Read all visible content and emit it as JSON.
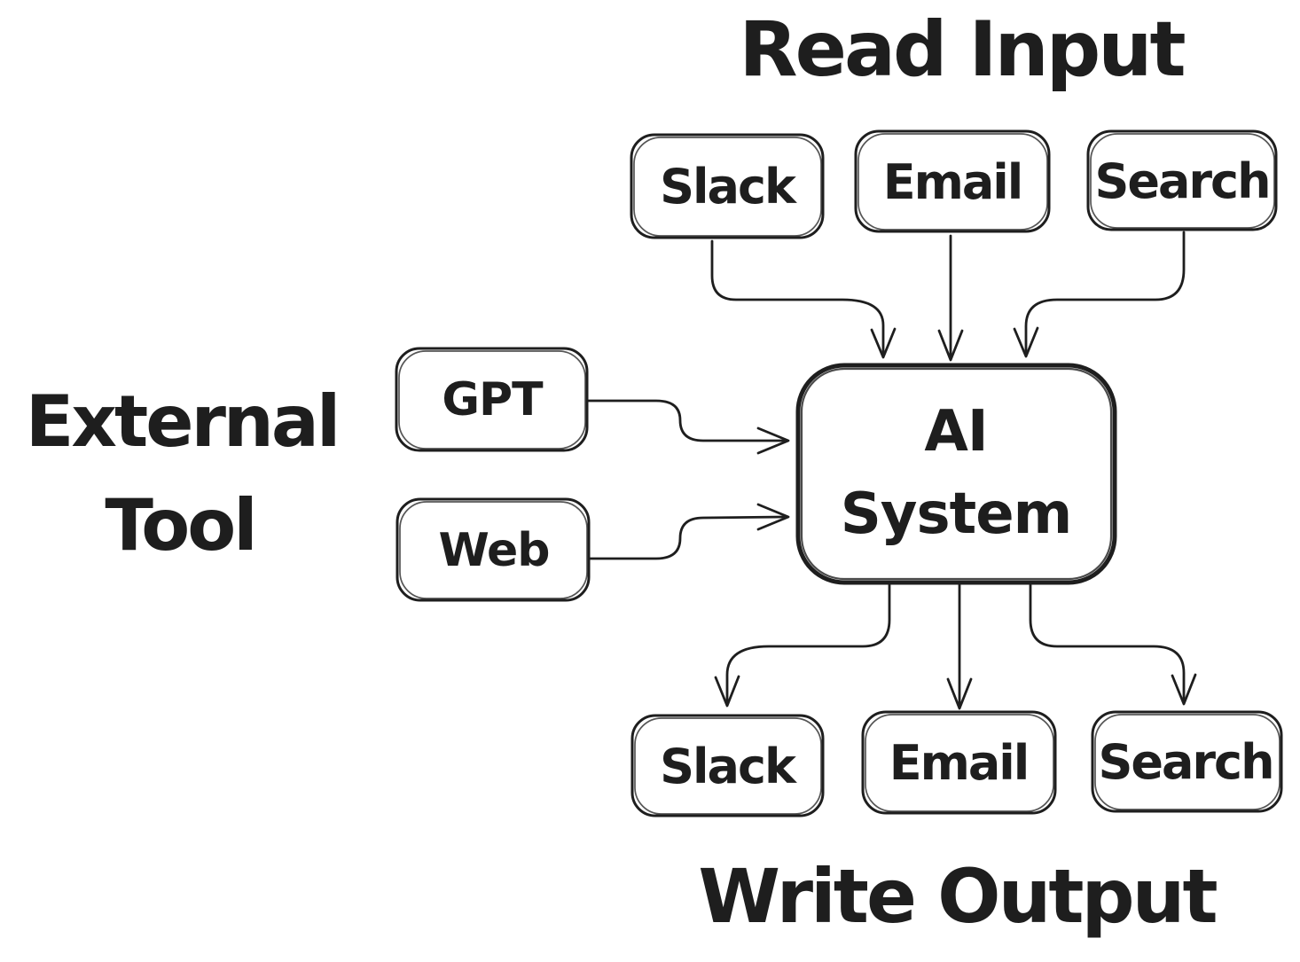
{
  "diagram": {
    "background": "#ffffff",
    "ink_color": "#1e1e1e",
    "titles": {
      "read_input": "Read Input",
      "write_output": "Write Output",
      "external_tool": {
        "line1": "External",
        "line2": "Tool"
      }
    },
    "nodes": {
      "inputs": [
        {
          "label": "Slack"
        },
        {
          "label": "Email"
        },
        {
          "label": "Search"
        }
      ],
      "externals": [
        {
          "label": "GPT"
        },
        {
          "label": "Web"
        }
      ],
      "center": {
        "line1": "AI",
        "line2": "System"
      },
      "outputs": [
        {
          "label": "Slack"
        },
        {
          "label": "Email"
        },
        {
          "label": "Search"
        }
      ]
    },
    "edges": [
      {
        "from": "Slack (input)",
        "to": "AI System"
      },
      {
        "from": "Email (input)",
        "to": "AI System"
      },
      {
        "from": "Search (input)",
        "to": "AI System"
      },
      {
        "from": "GPT",
        "to": "AI System"
      },
      {
        "from": "Web",
        "to": "AI System"
      },
      {
        "from": "AI System",
        "to": "Slack (output)"
      },
      {
        "from": "AI System",
        "to": "Email (output)"
      },
      {
        "from": "AI System",
        "to": "Search (output)"
      }
    ]
  }
}
